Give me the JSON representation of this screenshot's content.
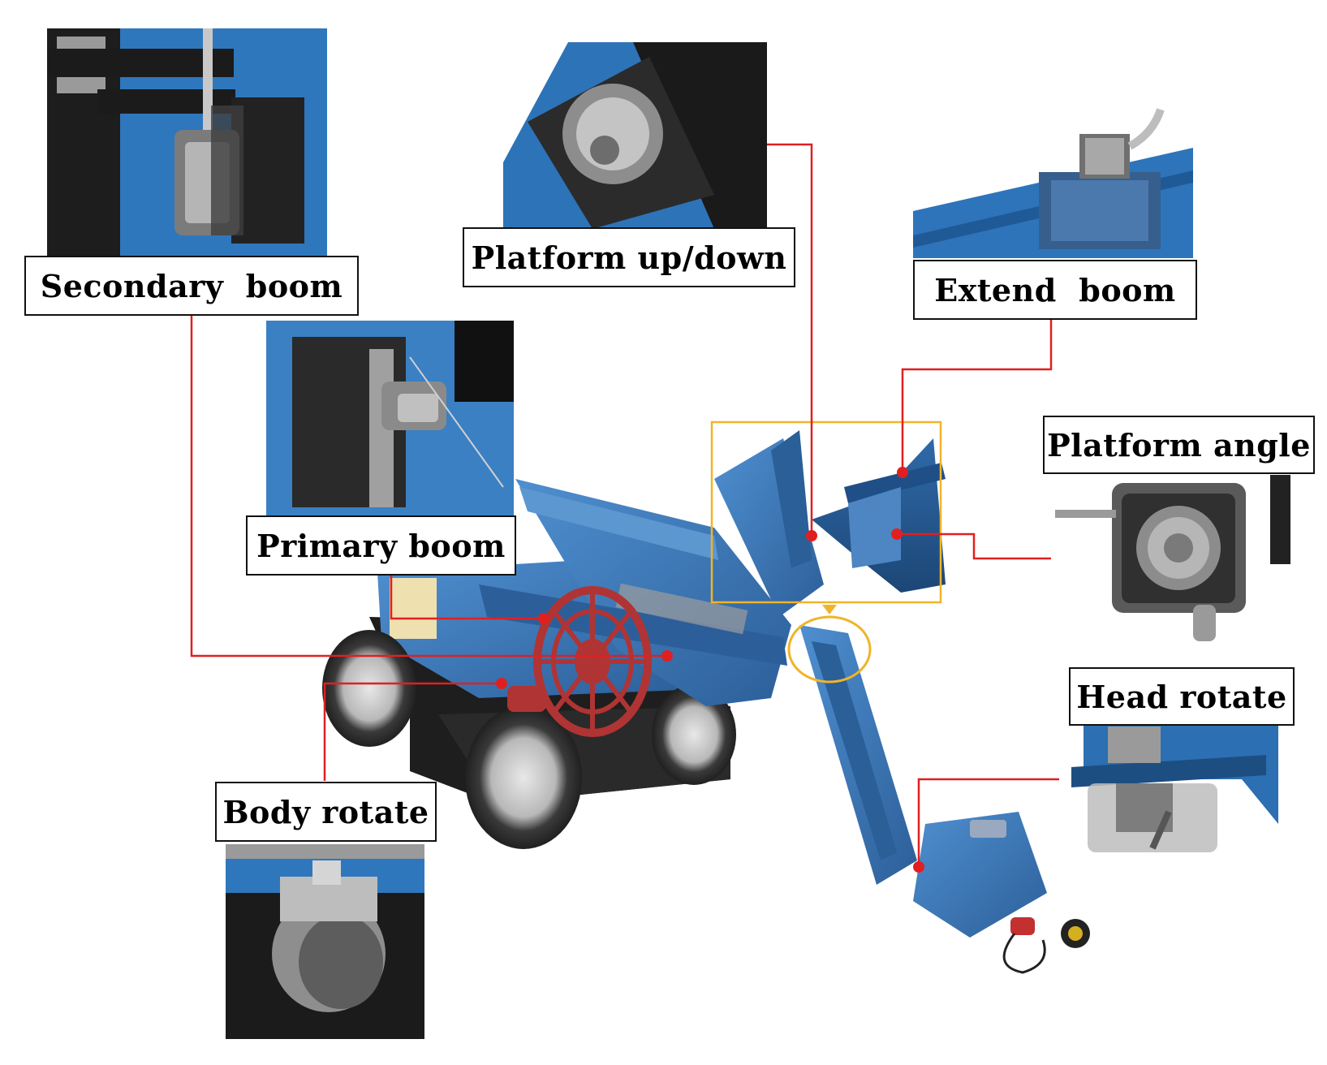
{
  "labels": {
    "secondary_boom": "Secondary  boom",
    "platform_up_down": "Platform up/down",
    "extend_boom": "Extend  boom",
    "platform_angle": "Platform angle",
    "primary_boom": "Primary boom",
    "head_rotate": "Head rotate",
    "body_rotate": "Body rotate"
  },
  "colors": {
    "leader_line": "#e02020",
    "highlight": "#f0b429",
    "machine_blue": "#3b78b8",
    "reel_red": "#b03434",
    "chassis": "#1e1e1e"
  }
}
